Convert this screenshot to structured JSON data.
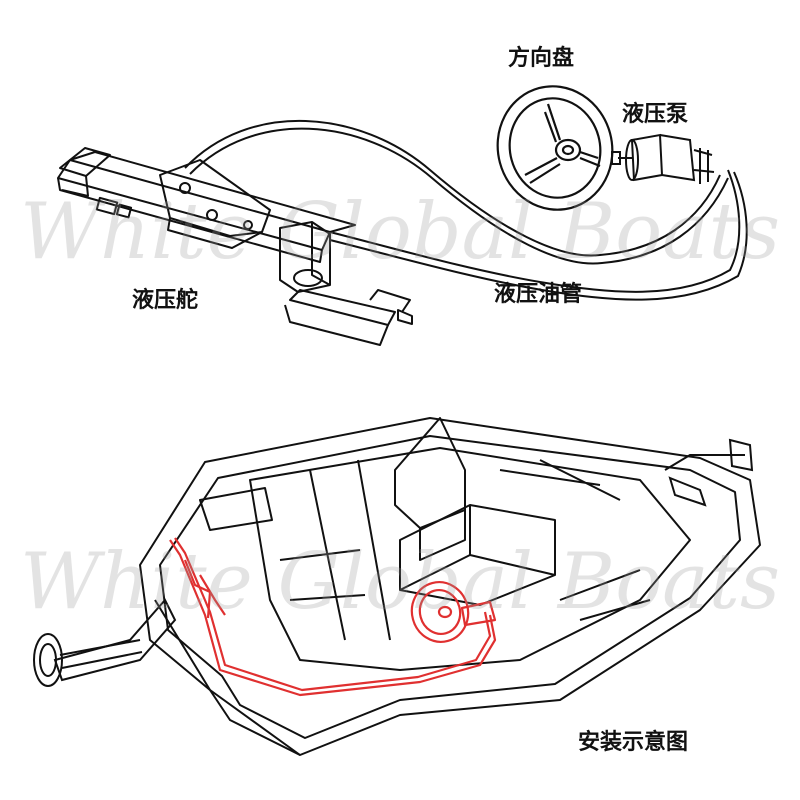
{
  "labels": {
    "steering_wheel": "方向盘",
    "hydraulic_pump": "液压泵",
    "hydraulic_helm": "液压舵",
    "hydraulic_hose": "液压油管",
    "installation_diagram": "安装示意图"
  },
  "watermark": "White Global Boats",
  "colors": {
    "line": "#111111",
    "hose_red": "#e03030",
    "watermark": "#9a9a9a"
  }
}
